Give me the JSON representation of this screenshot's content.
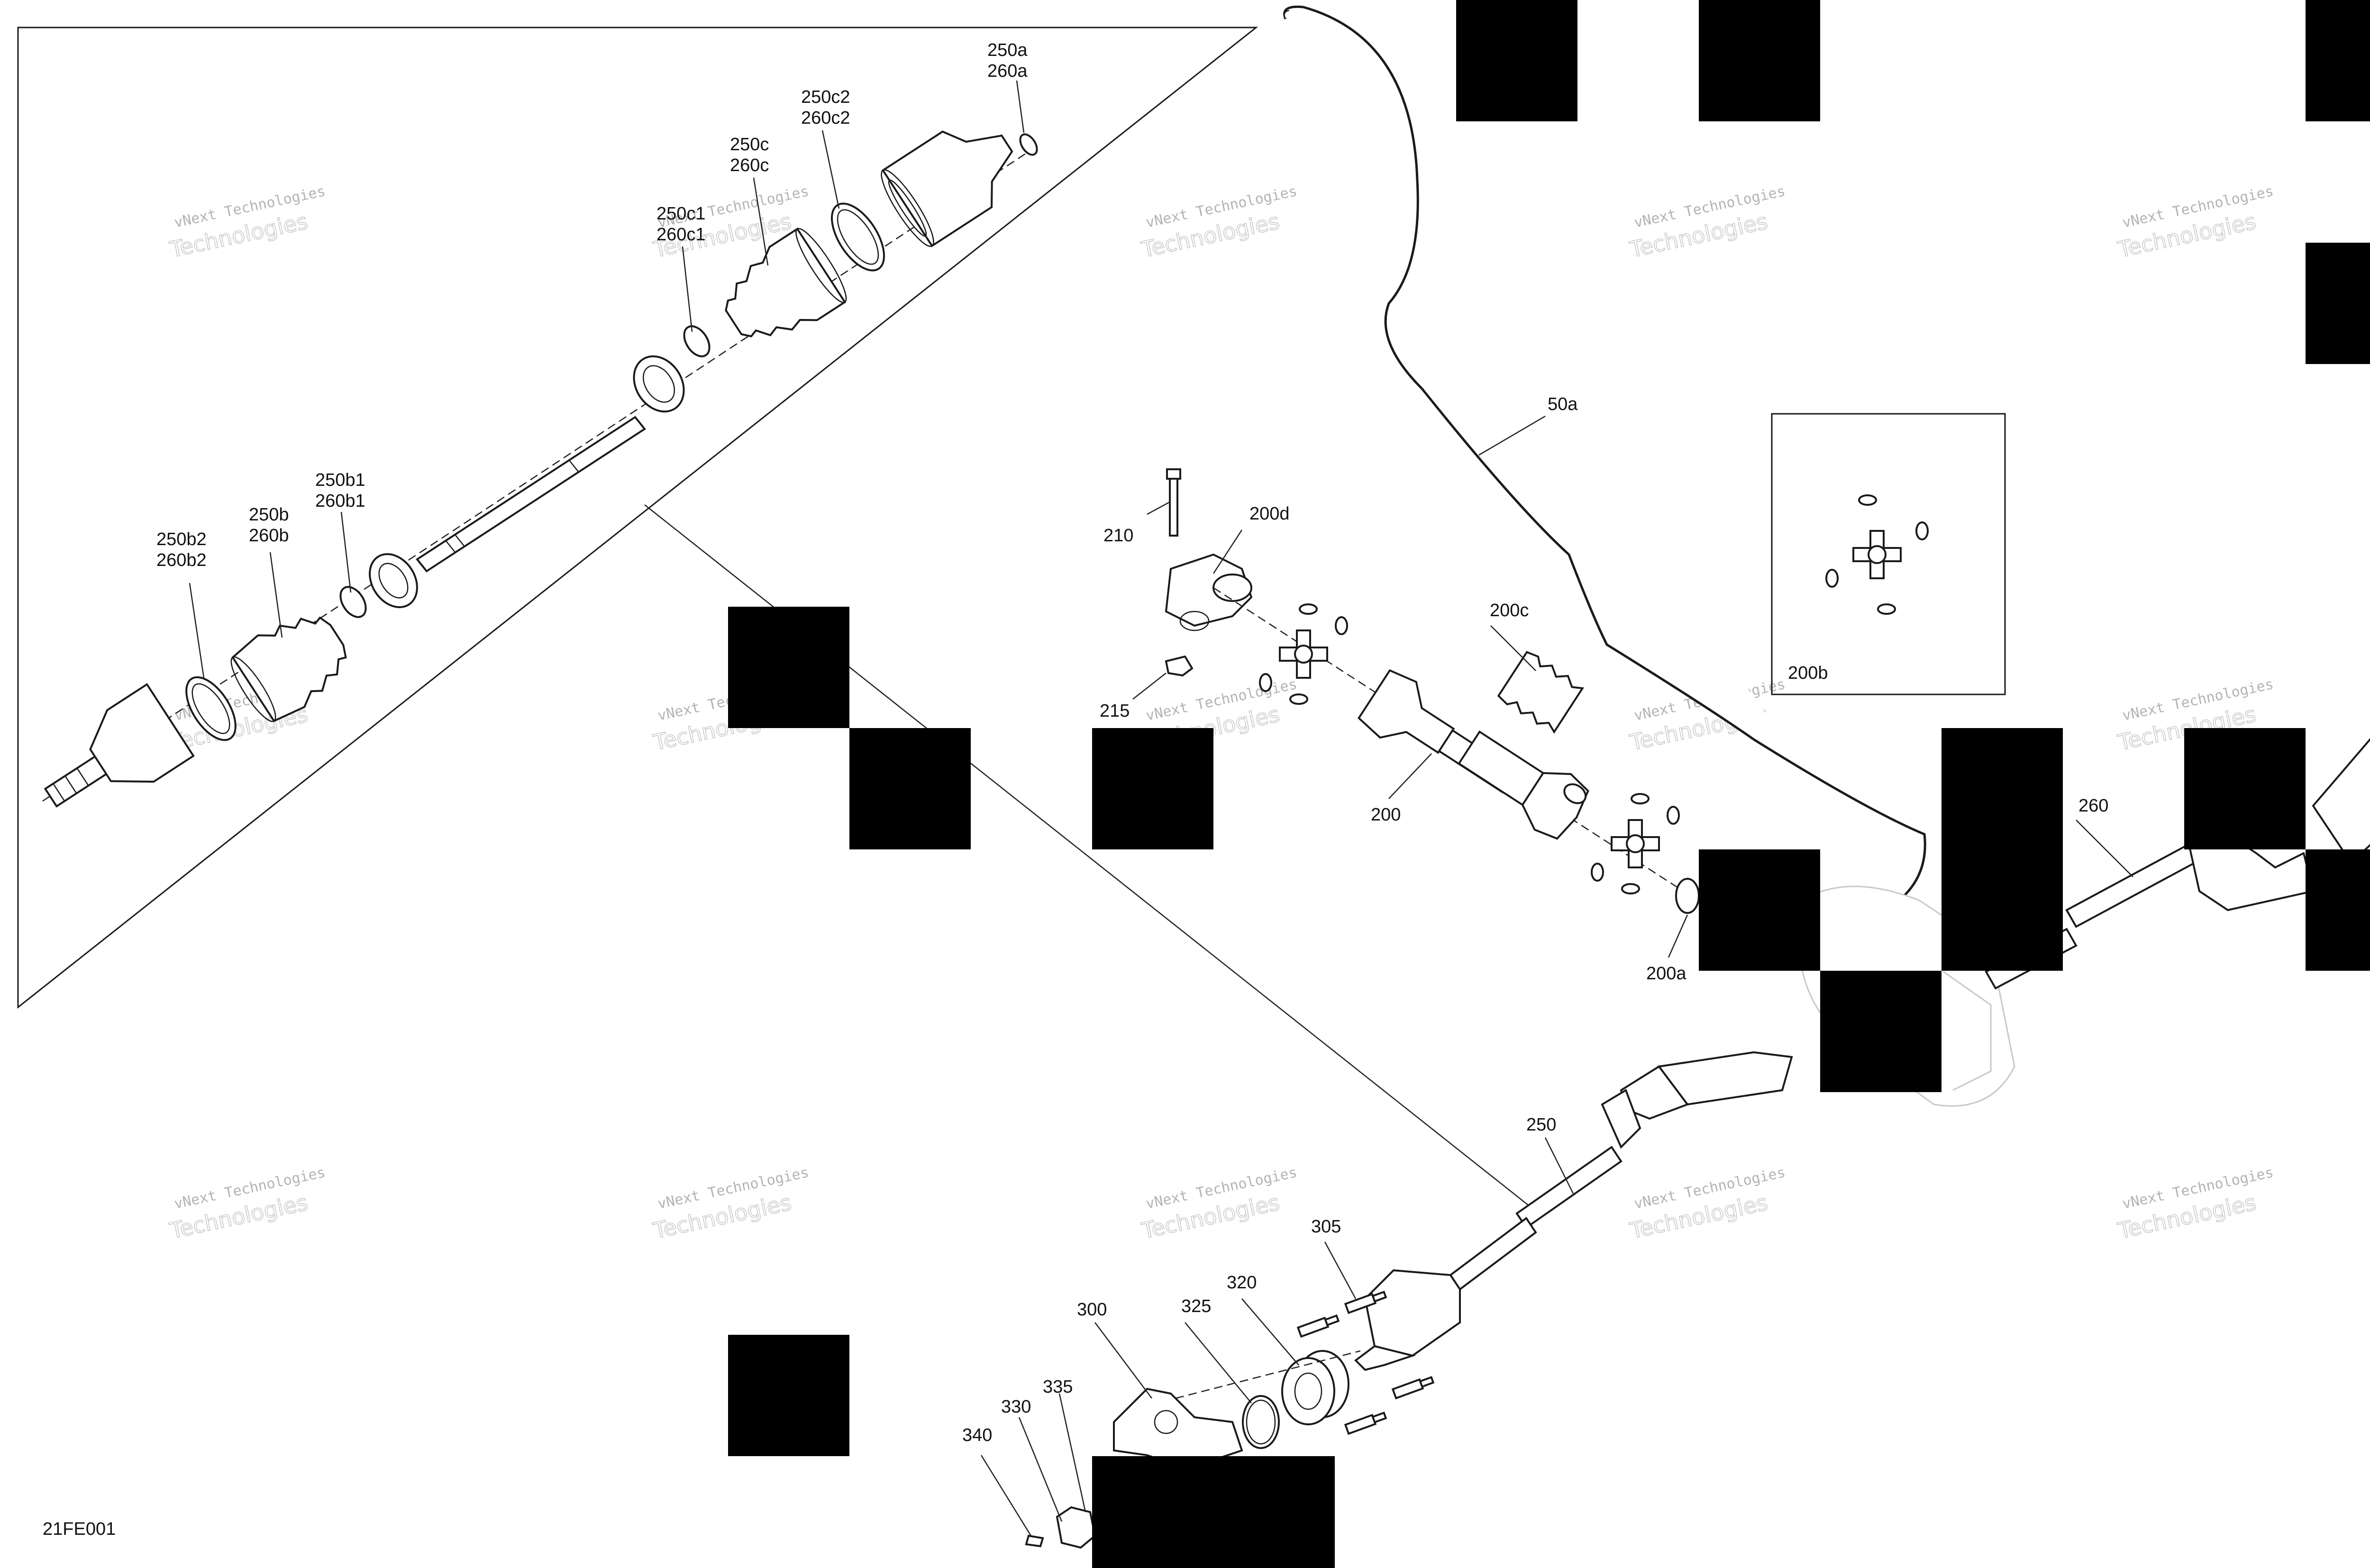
{
  "diagram_id": "21FE001",
  "watermark": {
    "line1": "vNext Technologies",
    "line2": "Technologies"
  },
  "callouts": {
    "c250a": "250a",
    "c260a": "260a",
    "c250c2": "250c2",
    "c260c2": "260c2",
    "c250c": "250c",
    "c260c": "260c",
    "c250c1": "250c1",
    "c260c1": "260c1",
    "c250b1": "250b1",
    "c260b1": "260b1",
    "c250b": "250b",
    "c260b": "260b",
    "c250b2": "250b2",
    "c260b2": "260b2",
    "c50a": "50a",
    "c210": "210",
    "c200d": "200d",
    "c200c": "200c",
    "c200b": "200b",
    "c215": "215",
    "c200": "200",
    "c200a": "200a",
    "c260": "260",
    "c250": "250",
    "c305": "305",
    "c320": "320",
    "c325": "325",
    "c300": "300",
    "c335": "335",
    "c330": "330",
    "c340": "340"
  }
}
